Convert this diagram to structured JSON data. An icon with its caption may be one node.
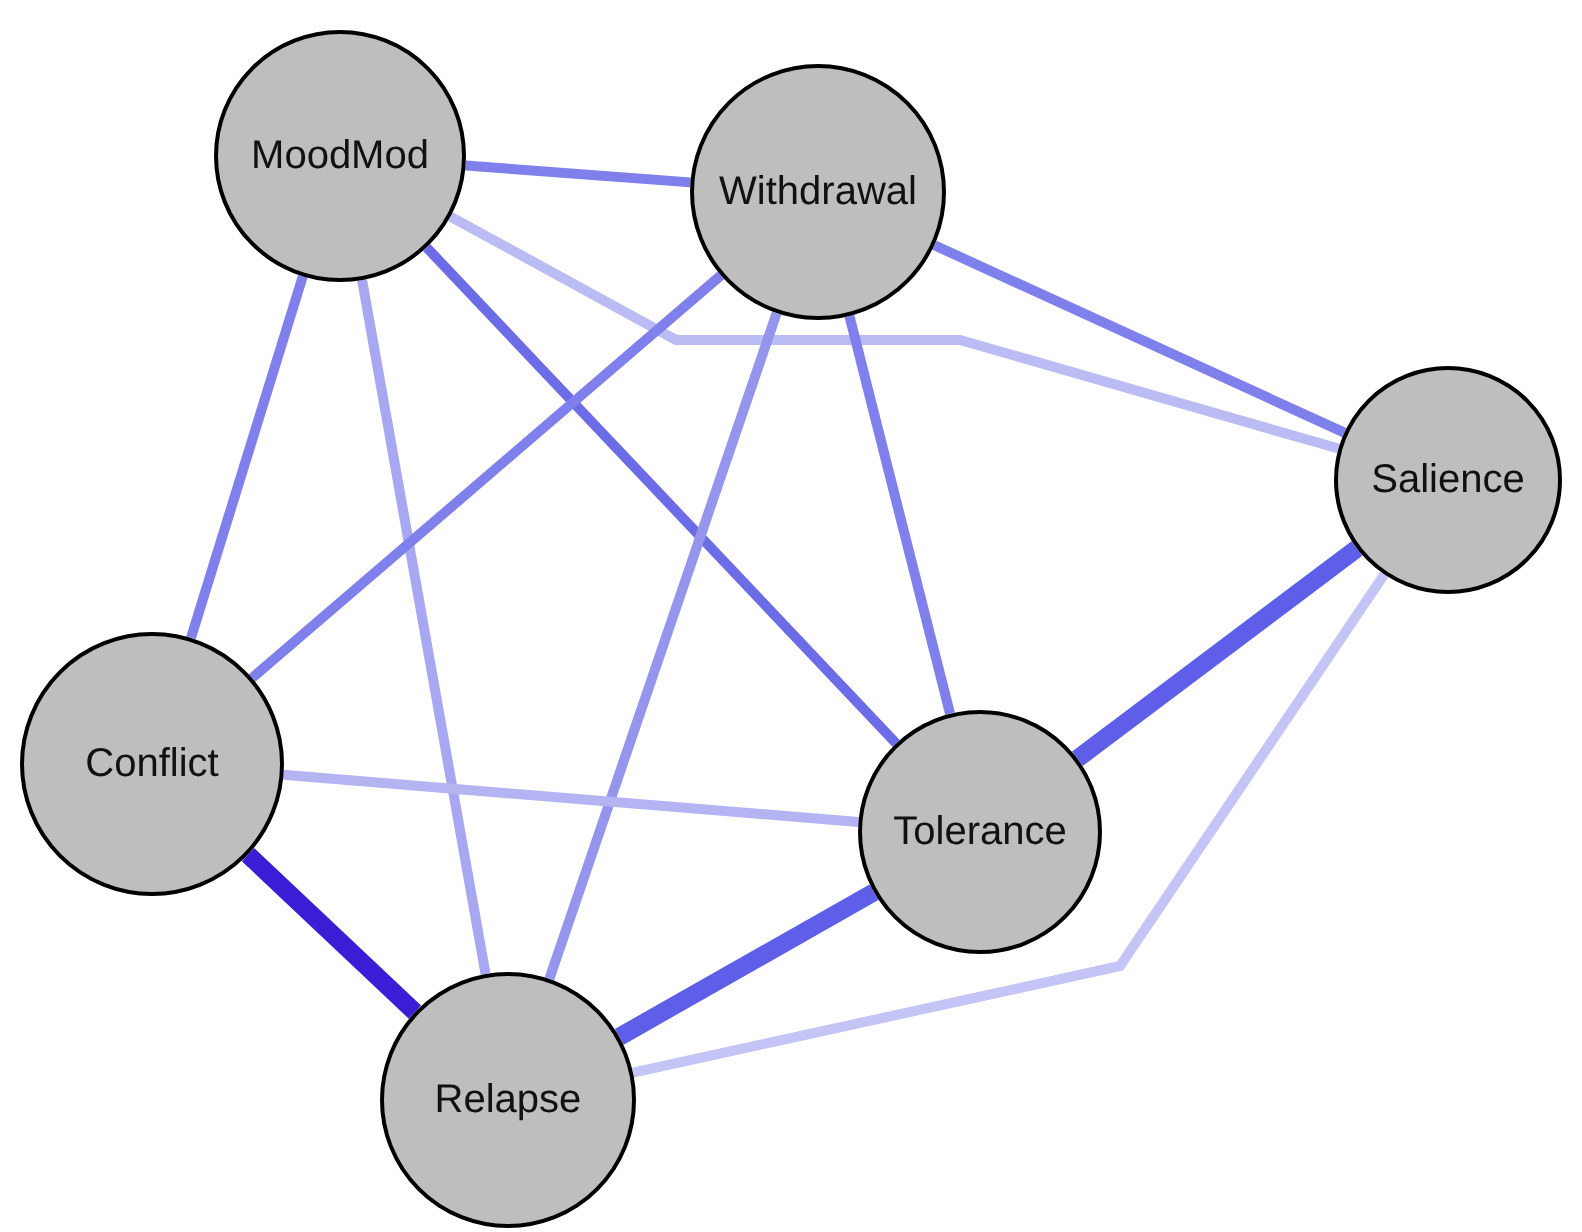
{
  "diagram": {
    "nodes": [
      {
        "text": [
          "MoodMod"
        ]
      },
      {
        "text": [
          "Withdrawal"
        ]
      },
      {
        "text": [
          "Salience"
        ]
      },
      {
        "text": [
          "Conflict"
        ]
      },
      {
        "text": [
          "Tolerance"
        ]
      },
      {
        "text": [
          "Relapse"
        ]
      }
    ],
    "edges": [
      {
        "from": 0,
        "to": 1,
        "arrow": "none"
      },
      {
        "from": 0,
        "to": 2,
        "arrow": "none",
        "color": "#bcbcf4"
      },
      {
        "from": 0,
        "to": 3,
        "arrow": "none"
      },
      {
        "from": 0,
        "to": 5,
        "arrow": "none",
        "color": "#a8a8f2"
      },
      {
        "from": 0,
        "to": 4,
        "arrow": "none",
        "color": "#6c6ce6"
      },
      {
        "from": 1,
        "to": 2,
        "arrow": "none"
      },
      {
        "from": 1,
        "to": 3,
        "arrow": "none"
      },
      {
        "from": 1,
        "to": 5,
        "arrow": "none",
        "color": "#9595ee"
      },
      {
        "from": 1,
        "to": 4,
        "arrow": "none"
      },
      {
        "from": 2,
        "to": 5,
        "arrow": "none",
        "color": "#c4c4f6"
      },
      {
        "from": 2,
        "to": 4,
        "arrow": "none",
        "style": "thick",
        "color": "#5e5ee8"
      },
      {
        "from": 4,
        "to": 5,
        "arrow": "none",
        "style": "thick",
        "color": "#5e5ee8"
      },
      {
        "from": 3,
        "to": 4,
        "arrow": "none",
        "color": "#b4b4f3"
      },
      {
        "from": 3,
        "to": 5,
        "arrow": "none",
        "style": "thick",
        "color": "#3a1ed6"
      }
    ]
  }
}
